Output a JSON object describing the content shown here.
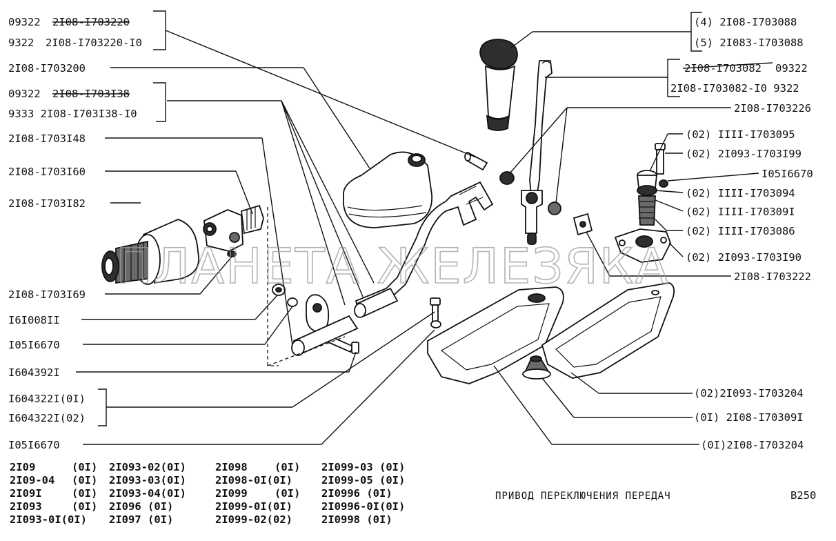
{
  "labels": {
    "l_09322_a": "09322",
    "l_09322_b": "2I08-I703220",
    "l_9322_a": "9322",
    "l_9322_b": "2I08-I703220-I0",
    "l_1703200": "2I08-I703200",
    "l_09322_c": "09322",
    "l_09322_d": "2I08-I703I38",
    "l_9333": "9333 2I08-I703I38-I0",
    "l_1703148": "2I08-I703I48",
    "l_1703160": "2I08-I703I60",
    "l_1703182": "2I08-I703I82",
    "l_1703169": "2I08-I703I69",
    "l_161008": "I6I008II",
    "l_105_a": "I05I6670",
    "l_1604392": "I604392I",
    "l_1604322_01": "I604322I(0I)",
    "l_1604322_02": "I604322I(02)",
    "l_105_b": "I05I6670",
    "r_088_4": "(4)  2I08-I703088",
    "r_088_5": "(5) 2I083-I703088",
    "r_082_a": "2I08-I703082",
    "r_082_b": " 09322",
    "r_082_c": "2I08-I703082-I0 9322",
    "r_226": "2I08-I703226",
    "r_095": "(02) IIII-I703095",
    "r_199": "(02) 2I093-I703I99",
    "r_105": "I05I6670",
    "r_094": "(02) IIII-I703094",
    "r_091": "(02) IIII-I70309I",
    "r_086": "(02) IIII-I703086",
    "r_190": "(02) 2I093-I703I90",
    "r_222": "2I08-I703222",
    "r_204_02": "(02)2I093-I703204",
    "r_091_01": "(0I) 2I08-I70309I",
    "r_204_01": "(0I)2I08-I703204"
  },
  "watermark": "ПЛАНЕТА ЖЕЛЕЗЯКА",
  "title": "ПРИВОД ПЕРЕКЛЮЧЕНИЯ ПЕРЕДАЧ",
  "code": "В250",
  "applicability": [
    [
      "2I09",
      "(0I)",
      "2I093-02(0I)",
      "2I098",
      "(0I)",
      "2I099-03 (0I)"
    ],
    [
      "2I09-04",
      "(0I)",
      "2I093-03(0I)",
      "2I098-0I(0I)",
      "",
      "2I099-05 (0I)"
    ],
    [
      "2I09I",
      "(0I)",
      "2I093-04(0I)",
      "2I099",
      "(0I)",
      "2I0996   (0I)"
    ],
    [
      "2I093",
      "(0I)",
      "2I096    (0I)",
      "2I099-0I(0I)",
      "",
      "2I0996-0I(0I)"
    ],
    [
      "2I093-0I(0I)",
      "",
      "2I097    (0I)",
      "2I099-02(02)",
      "",
      "2I0998   (0I)"
    ]
  ],
  "colors": {
    "ink": "#111111",
    "watermark": "#9a9a9a",
    "background": "#ffffff"
  }
}
